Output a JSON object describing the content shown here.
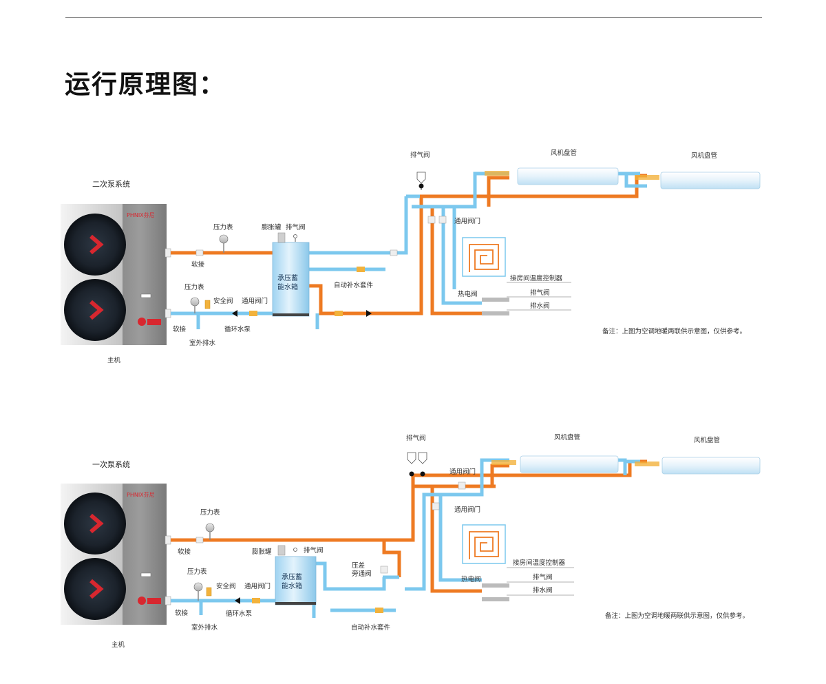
{
  "page": {
    "title": "运行原理图："
  },
  "colors": {
    "hot": "#ee7a22",
    "cold": "#7cc8ee",
    "brand": "#d8272f"
  },
  "diagram1": {
    "system_name": "二次泵系统",
    "brand": "PHNIX芬尼",
    "labels": {
      "host": "主机",
      "pressure_gauge_top": "压力表",
      "soft_joint_top": "软接",
      "pressure_gauge_bottom": "压力表",
      "safety_valve": "安全阀",
      "general_valve_bottom": "通用阀门",
      "circulation_pump": "循环水泵",
      "soft_joint_bottom": "软接",
      "outdoor_drain": "室外排水",
      "expansion_tank": "膨胀罐",
      "air_vent_tank": "排气阀",
      "tank_line1": "承压蓄",
      "tank_line2": "能水箱",
      "auto_refill": "自动补水套件",
      "air_vent_top": "排气阀",
      "fan_coil_1": "风机盘管",
      "fan_coil_2": "风机盘管",
      "general_valve_right": "通用阀门",
      "room_thermostat": "接房间温度控制器",
      "thermo_valve": "热电阀",
      "air_valve": "排气阀",
      "drain_valve": "排水阀",
      "note": "备注：上图为空调地暖两联供示意图，仅供参考。"
    }
  },
  "diagram2": {
    "system_name": "一次泵系统",
    "brand": "PHNIX芬尼",
    "labels": {
      "host": "主机",
      "pressure_gauge_top": "压力表",
      "soft_joint_top": "软接",
      "pressure_gauge_bottom": "压力表",
      "safety_valve": "安全阀",
      "general_valve_bottom": "通用阀门",
      "circulation_pump": "循环水泵",
      "soft_joint_bottom": "软接",
      "outdoor_drain": "室外排水",
      "expansion_tank": "膨胀罐",
      "air_vent_tank": "排气阀",
      "tank_line1": "承压蓄",
      "tank_line2": "能水箱",
      "bypass_line1": "压差",
      "bypass_line2": "旁通阀",
      "auto_refill": "自动补水套件",
      "air_vent_top": "排气阀",
      "general_valve_top": "通用阀门",
      "general_valve_mid": "通用阀门",
      "fan_coil_1": "风机盘管",
      "fan_coil_2": "风机盘管",
      "room_thermostat": "接房间温度控制器",
      "thermo_valve": "热电阀",
      "air_valve": "排气阀",
      "drain_valve": "排水阀",
      "note": "备注：上图为空调地暖两联供示意图，仅供参考。"
    }
  }
}
